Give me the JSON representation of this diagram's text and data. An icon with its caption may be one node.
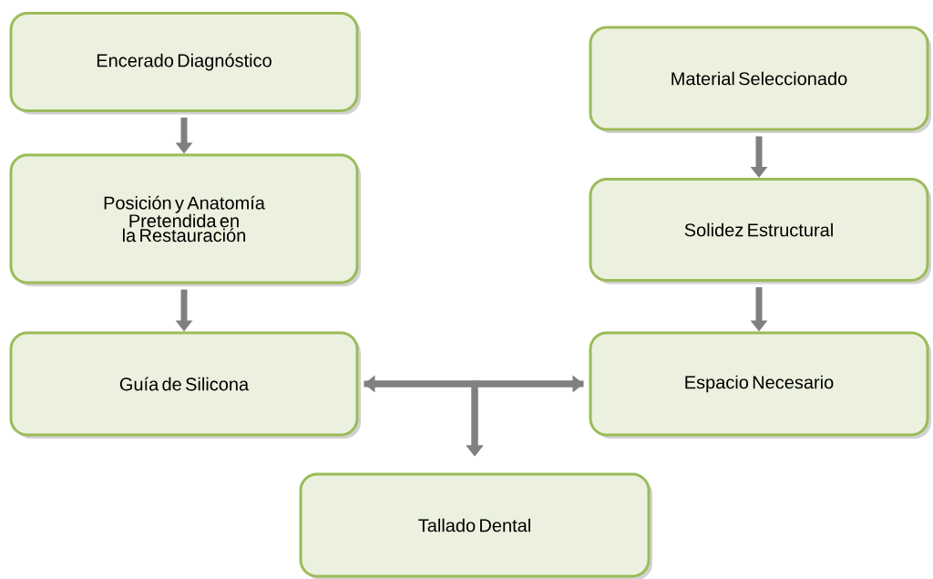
{
  "diagram": {
    "nodes": [
      {
        "text": [
          "Encerado Diagnóstico"
        ]
      },
      {
        "text": [
          "Posición y Anatomía Pretendida en la Restauración"
        ]
      },
      {
        "text": [
          "Guía de Silicona"
        ]
      },
      {
        "text": [
          "Material Seleccionado"
        ]
      },
      {
        "text": [
          "Solidez Estructural"
        ]
      },
      {
        "text": [
          "Espacio Necesario"
        ]
      },
      {
        "text": [
          "Tallado Dental"
        ]
      }
    ],
    "edges": [
      {
        "from": 0,
        "to": 1,
        "arrow": "to"
      },
      {
        "from": 1,
        "to": 2,
        "arrow": "to"
      },
      {
        "from": 3,
        "to": 4,
        "arrow": "to"
      },
      {
        "from": 4,
        "to": 5,
        "arrow": "to"
      },
      {
        "from": 2,
        "to": 5,
        "arrow": "both"
      },
      {
        "from": 2,
        "to": 6,
        "arrow": "to"
      },
      {
        "from": 5,
        "to": 6,
        "arrow": "to"
      }
    ]
  }
}
